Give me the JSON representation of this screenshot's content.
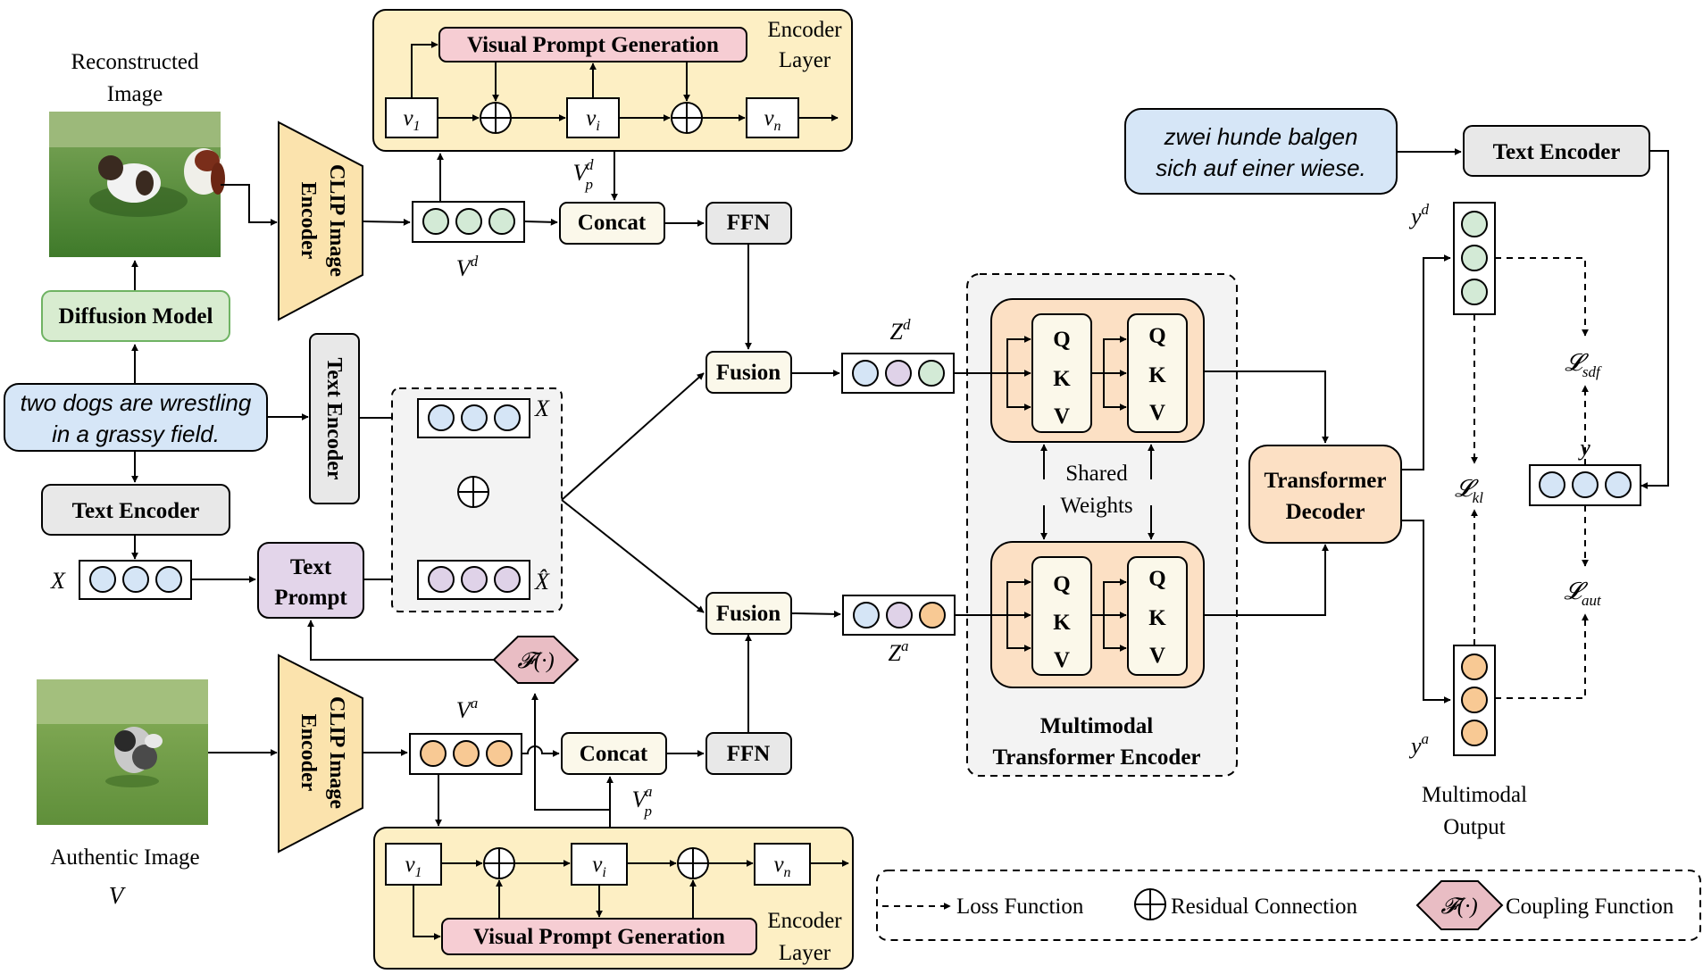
{
  "colors": {
    "encoder_layer_bg": "#fdefc4",
    "vpg_bg": "#f6cdd3",
    "diffusion_bg": "#d8ecd0",
    "caption_bg": "#d6e6f7",
    "text_prompt_bg": "#e3d5ea",
    "clip_bg": "#fbe3ad",
    "neutral_box": "#e8e8e8",
    "cream_box": "#fbf8ea",
    "decoder_bg": "#fce0c4",
    "coupling_bg": "#e9bdc4",
    "circle_green": "#d3ead6",
    "circle_blue": "#d5e5f6",
    "circle_purple": "#dfd2e8",
    "circle_orange": "#f8c994",
    "mte_bg": "#f3f3f3"
  },
  "icons": {
    "image_reconstructed": "photo-two-dogs-running-on-grass",
    "image_authentic": "photo-two-dogs-wrestling-on-grass",
    "residual": "circled-plus-icon",
    "coupling": "diamond-coupling-icon",
    "loss_arrow": "dashed-arrow-icon"
  },
  "labels": {
    "reconstructed_image_l1": "Reconstructed",
    "reconstructed_image_l2": "Image",
    "diffusion_model": "Diffusion Model",
    "caption_en_l1": "two dogs are wrestling",
    "caption_en_l2": "in a grassy field.",
    "text_encoder": "Text Encoder",
    "text_encoder_vertical": "Text Encoder",
    "clip_l1": "CLIP Image",
    "clip_l2": "Encoder",
    "x_var": "X",
    "x_hat": "X̂",
    "text_prompt_l1": "Text",
    "text_prompt_l2": "Prompt",
    "coupling_symbol": "𝓕(·)",
    "authentic_image": "Authentic Image",
    "v_var": "V",
    "vd": "V",
    "vd_sup": "d",
    "va": "V",
    "va_sup": "a",
    "vpd_main": "V",
    "vpd_sub": "p",
    "vpd_sup": "d",
    "vpa_main": "V",
    "vpa_sub": "p",
    "vpa_sup": "a",
    "vpg": "Visual Prompt Generation",
    "encoder_layer_l1": "Encoder",
    "encoder_layer_l2": "Layer",
    "v1_main": "v",
    "v1_sub": "1",
    "vi_main": "v",
    "vi_sub": "i",
    "vn_main": "v",
    "vn_sub": "n",
    "concat": "Concat",
    "ffn": "FFN",
    "fusion": "Fusion",
    "zd_main": "Z",
    "zd_sup": "d",
    "za_main": "Z",
    "za_sup": "a",
    "q": "Q",
    "k": "K",
    "v": "V",
    "shared_l1": "Shared",
    "shared_l2": "Weights",
    "mte_l1": "Multimodal",
    "mte_l2": "Transformer Encoder",
    "decoder_l1": "Transformer",
    "decoder_l2": "Decoder",
    "caption_de_l1": "zwei hunde balgen",
    "caption_de_l2": "sich auf einer wiese.",
    "yd_main": "y",
    "yd_sup": "d",
    "ya_main": "y",
    "ya_sup": "a",
    "y_var": "y",
    "loss_main": "𝓛",
    "loss_sdf_sub": "sdf",
    "loss_kl_sub": "kl",
    "loss_aut_sub": "aut",
    "mm_output_l1": "Multimodal",
    "mm_output_l2": "Output",
    "legend_loss": "Loss Function",
    "legend_residual": "Residual Connection",
    "legend_coupling": "Coupling Function"
  }
}
